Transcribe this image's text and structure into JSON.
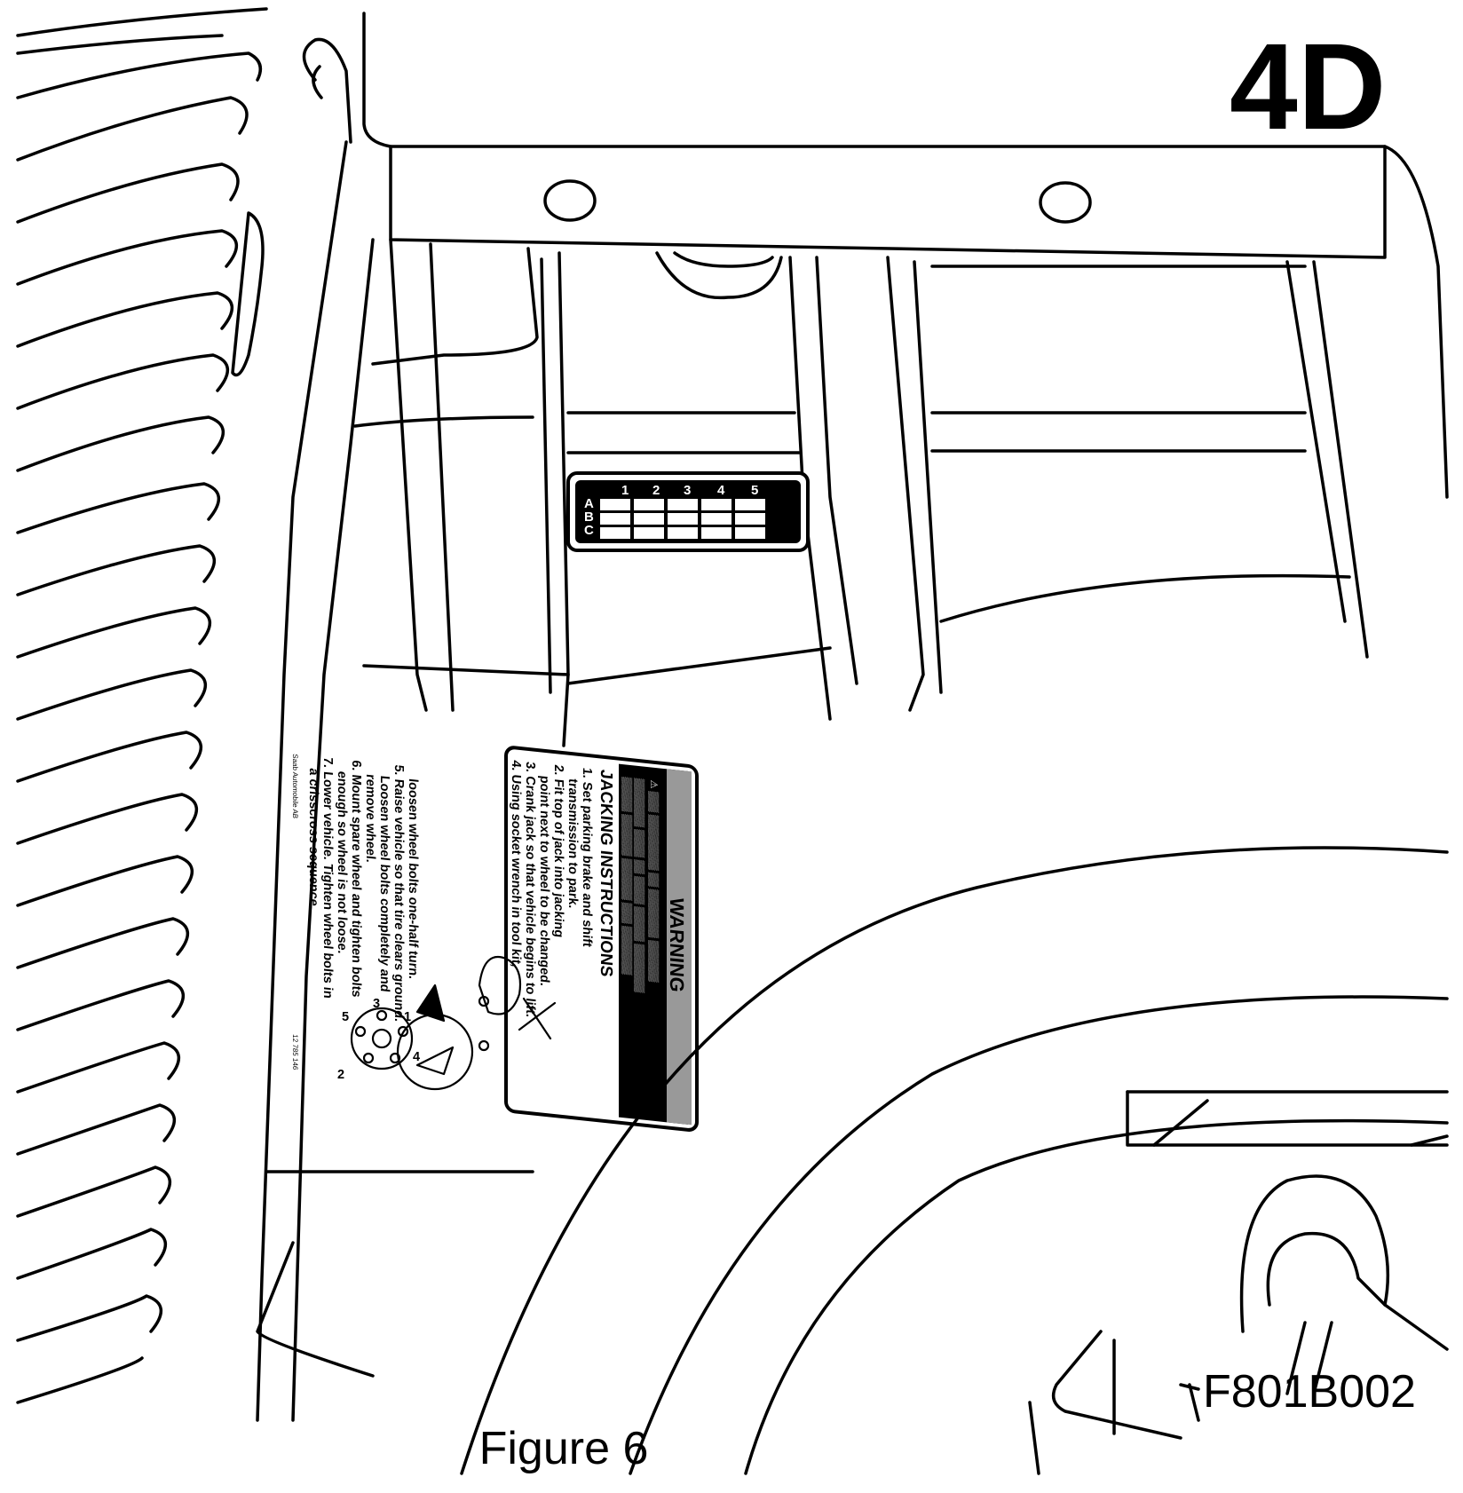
{
  "figure": {
    "badge": "4D",
    "code": "F801B002",
    "caption": "Figure 6"
  },
  "code_grid": {
    "columns": [
      "1",
      "2",
      "3",
      "4",
      "5"
    ],
    "rows": [
      "A",
      "B",
      "C"
    ]
  },
  "label": {
    "warning": "WARNING",
    "title": "JACKING INSTRUCTIONS",
    "steps": [
      "1. Set parking brake and shift",
      "transmission to park.",
      "2. Fit top of jack into jacking",
      "point next to wheel to be changed.",
      "3. Crank jack so that vehicle begins to lift.",
      "4. Using socket wrench in tool kit,",
      "loosen wheel bolts one-half turn.",
      "5. Raise vehicle so that tire clears ground.",
      "Loosen wheel bolts completely and",
      "remove wheel.",
      "6. Mount spare wheel and tighten bolts",
      "enough so wheel is not loose.",
      "7. Lower vehicle. Tighten wheel bolts in",
      "a crisscross sequence."
    ],
    "footer_left": "Saab Automobile AB",
    "footer_right": "12 785 146",
    "bolt_numbers": [
      "1",
      "2",
      "3",
      "4",
      "5"
    ]
  }
}
